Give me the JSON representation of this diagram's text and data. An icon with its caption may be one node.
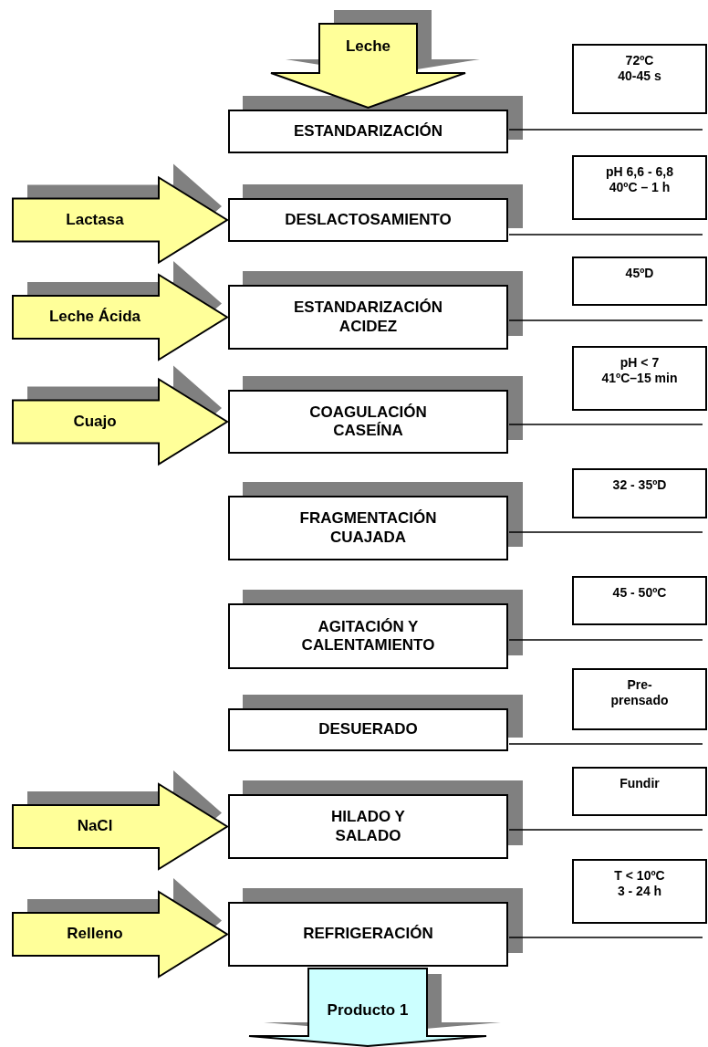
{
  "diagram": {
    "nodes": [
      {
        "text": [
          "72ºC 40-45 s"
        ]
      },
      {
        "text": [
          "ESTANDARIZACIÓN"
        ]
      },
      {
        "text": [
          "pH 6,6 - 6,8 40ºC – 1 h"
        ]
      },
      {
        "text": [
          "DESLACTOSAMIENTO"
        ]
      },
      {
        "text": [
          "45ºD"
        ]
      },
      {
        "text": [
          "ESTANDARIZACIÓN ACIDEZ"
        ]
      },
      {
        "text": [
          "pH < 7 41ºC–15 min"
        ]
      },
      {
        "text": [
          "COAGULACIÓN CASEÍNA"
        ]
      },
      {
        "text": [
          "32 - 35ºD"
        ]
      },
      {
        "text": [
          "FRAGMENTACIÓN CUAJADA"
        ]
      },
      {
        "text": [
          "45 - 50ºC"
        ]
      },
      {
        "text": [
          "AGITACIÓN Y CALENTAMIENTO"
        ]
      },
      {
        "text": [
          "Pre-prensado"
        ]
      },
      {
        "text": [
          "DESUERADO"
        ]
      },
      {
        "text": [
          "Fundir"
        ]
      },
      {
        "text": [
          "HILADO Y SALADO"
        ]
      },
      {
        "text": [
          "T < 10ºC 3 - 24 h"
        ]
      },
      {
        "text": [
          "REFRIGERACIÓN"
        ]
      }
    ],
    "edges": [
      {
        "from": null,
        "to": 1,
        "arrow": "to",
        "label": "Leche",
        "style": "thick",
        "color": "#ffff99"
      },
      {
        "from": 1,
        "to": null,
        "arrow": "none"
      },
      {
        "from": null,
        "to": 3,
        "arrow": "to",
        "label": "Lactasa",
        "style": "thick",
        "color": "#ffff99"
      },
      {
        "from": 3,
        "to": null,
        "arrow": "none"
      },
      {
        "from": null,
        "to": 5,
        "arrow": "to",
        "label": "Leche Ácida",
        "style": "thick",
        "color": "#ffff99"
      },
      {
        "from": 5,
        "to": null,
        "arrow": "none"
      },
      {
        "from": null,
        "to": 7,
        "arrow": "to",
        "label": "Cuajo",
        "style": "thick",
        "color": "#ffff99"
      },
      {
        "from": 7,
        "to": null,
        "arrow": "none"
      },
      {
        "from": 9,
        "to": null,
        "arrow": "none"
      },
      {
        "from": 11,
        "to": null,
        "arrow": "none"
      },
      {
        "from": 13,
        "to": null,
        "arrow": "none"
      },
      {
        "from": null,
        "to": 15,
        "arrow": "to",
        "label": "NaCl",
        "style": "thick",
        "color": "#ffff99"
      },
      {
        "from": 15,
        "to": null,
        "arrow": "none"
      },
      {
        "from": null,
        "to": 17,
        "arrow": "to",
        "label": "Relleno",
        "style": "thick",
        "color": "#ffff99"
      },
      {
        "from": 17,
        "to": null,
        "arrow": "none"
      },
      {
        "from": 17,
        "to": null,
        "arrow": "to",
        "label": "Producto 1",
        "style": "thick",
        "color": "#ccffff"
      }
    ]
  }
}
